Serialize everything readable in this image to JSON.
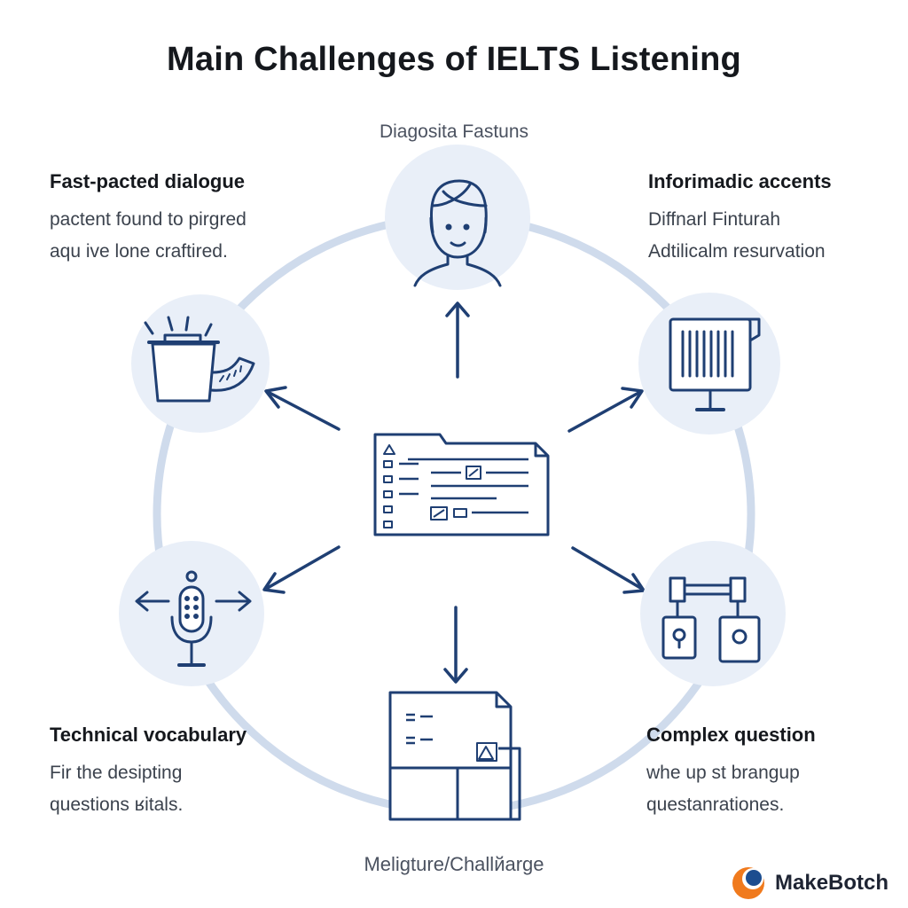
{
  "title": "Main Challenges of IELTS Listening",
  "top_caption": "Diagosita Fastuns",
  "bottom_caption": "Meligture/Challйarge",
  "blocks": {
    "top_left": {
      "heading": "Fast-pacted dialogue",
      "lines": [
        "pactent  found to pirgred",
        "aqu ive lone craftired."
      ]
    },
    "top_right": {
      "heading": "Inforimadic accents",
      "lines": [
        "Diffnarl Finturah",
        "Adtilicalm resurvation"
      ]
    },
    "bottom_left": {
      "heading": "Technical vocabulary",
      "lines": [
        "Fir the desipting",
        "questions ʁitals."
      ]
    },
    "bottom_right": {
      "heading": "Complex question",
      "lines": [
        "whe up st brangup",
        "questanrationes."
      ]
    }
  },
  "icons": {
    "center": "document-folder-icon",
    "top": "person-head-icon",
    "upper_left": "speaker-box-icon",
    "upper_right": "monitor-barcode-icon",
    "lower_left": "microphone-icon",
    "lower_right": "connected-panels-icon",
    "bottom": "stacked-documents-icon"
  },
  "colors": {
    "line": "#1f3f73",
    "ring": "#cfdbec",
    "circle_fill": "#e9eff8",
    "brand_orange": "#f07a1d",
    "brand_blue": "#1c4d8f"
  },
  "brand": {
    "name": "MakeBotch"
  }
}
